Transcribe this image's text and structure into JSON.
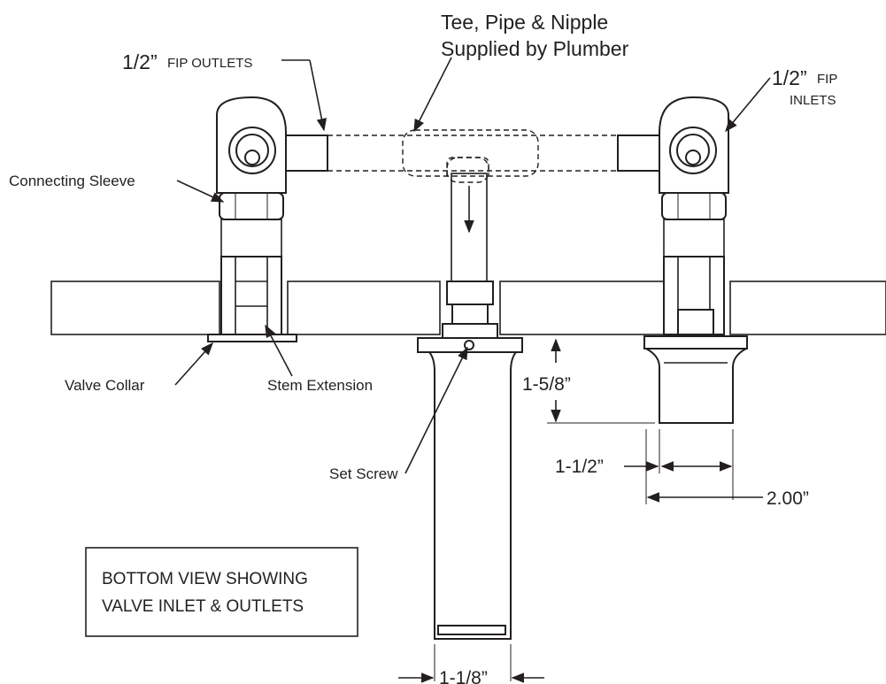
{
  "labels": {
    "tee_line1": "Tee, Pipe & Nipple",
    "tee_line2": "Supplied by Plumber",
    "outlets_main": "1/2”",
    "outlets_small": "FIP OUTLETS",
    "inlets_main": "1/2”",
    "inlets_small1": "FIP",
    "inlets_small2": "INLETS",
    "connecting_sleeve": "Connecting Sleeve",
    "valve_collar": "Valve Collar",
    "stem_extension": "Stem Extension",
    "set_screw": "Set Screw"
  },
  "dimensions": {
    "height": "1-5/8”",
    "inner_width": "1-1/2”",
    "outer_width": "2.00”",
    "spout_width": "1-1/8”"
  },
  "note": {
    "line1": "BOTTOM VIEW SHOWING",
    "line2": "VALVE INLET & OUTLETS"
  }
}
